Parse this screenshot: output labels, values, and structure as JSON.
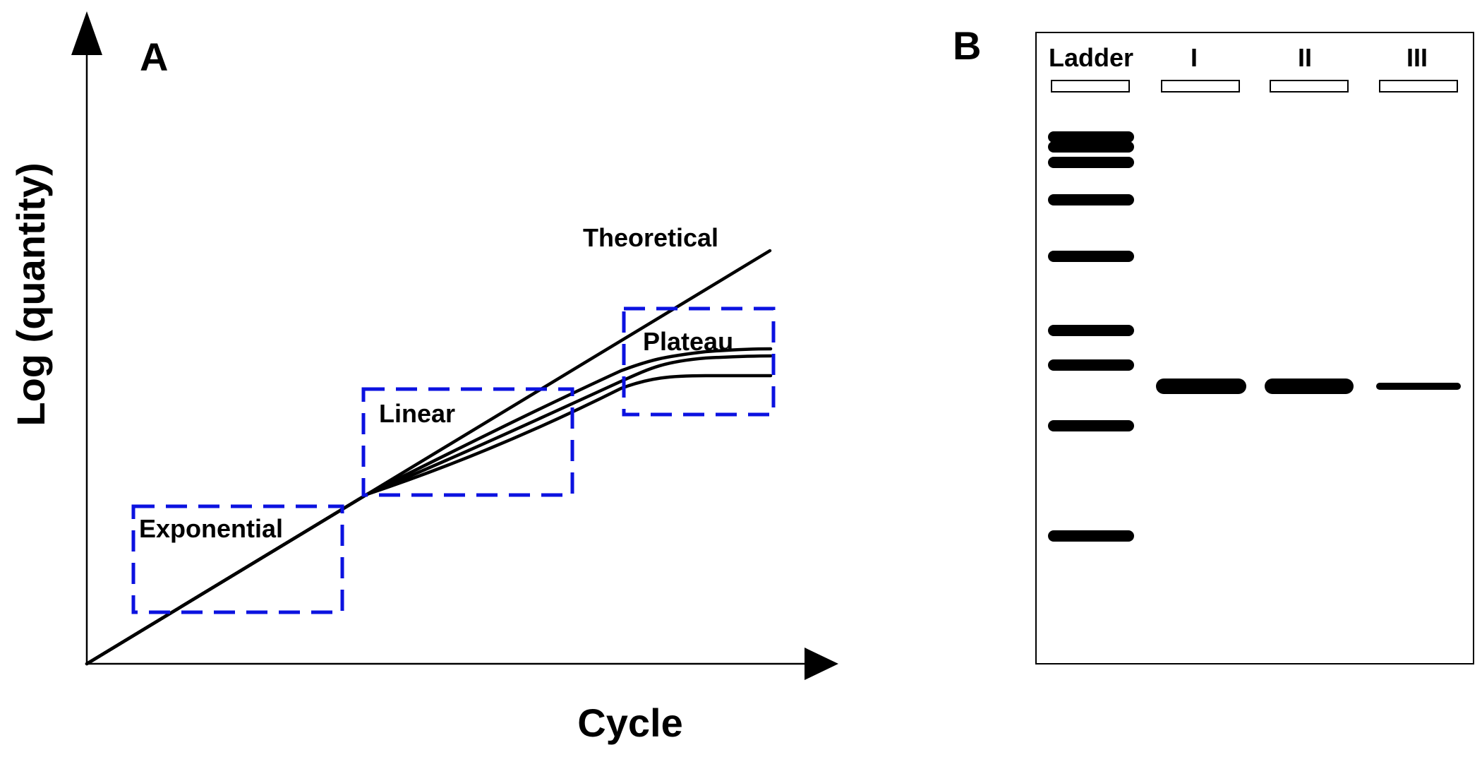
{
  "panel_a": {
    "letter": "A",
    "y_axis_label": "Log (quantity)",
    "x_axis_label": "Cycle",
    "phases": {
      "exponential": "Exponential",
      "linear": "Linear",
      "plateau": "Plateau"
    },
    "theoretical_label": "Theoretical"
  },
  "panel_b": {
    "letter": "B",
    "lanes": [
      "Ladder",
      "I",
      "II",
      "III"
    ],
    "colors": {
      "band": "#000000",
      "box": "#0b12e0"
    }
  }
}
